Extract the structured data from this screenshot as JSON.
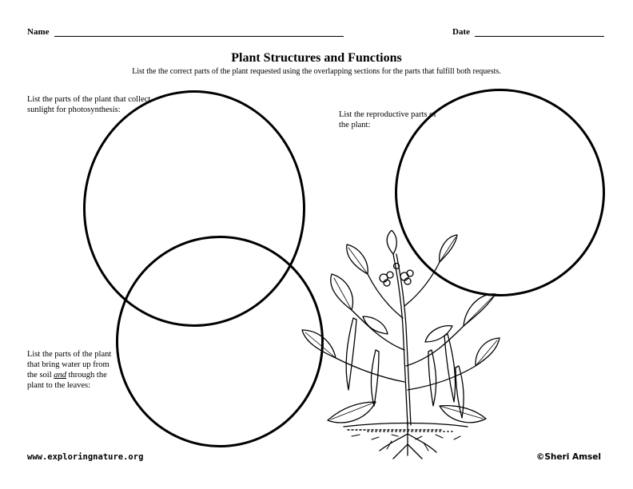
{
  "header": {
    "name_label": "Name",
    "date_label": "Date"
  },
  "title": "Plant Structures and Functions",
  "subtitle": "List the the correct parts of the plant requested using the overlapping sections for the parts that fulfill both requests.",
  "prompts": {
    "sunlight": "List the parts of the plant that collect sunlight for photosynthesis:",
    "reproductive": "List the reproductive parts of the plant:",
    "water_part1": "List the parts of the plant that bring water up from the soil",
    "water_and": "and",
    "water_part2": "through the plant to the leaves:"
  },
  "footer": {
    "website": "www.exploringnature.org",
    "copyright": "©Sheri Amsel"
  },
  "illustration": {
    "subject": "bean plant with leaves, flowers, pods and roots",
    "line_color": "#000000"
  }
}
